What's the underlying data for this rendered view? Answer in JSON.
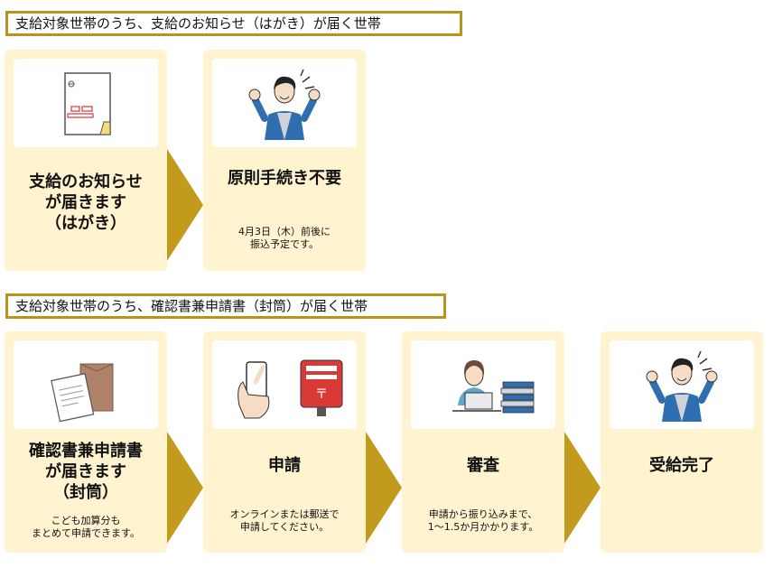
{
  "section1": {
    "header": "支給対象世帯のうち、支給のお知らせ（はがき）が届く世帯",
    "steps": [
      {
        "title": "支給のお知らせ\nが届きます\n（はがき）",
        "note": ""
      },
      {
        "title": "原則手続き不要",
        "note": "4月3日（木）前後に\n振込予定です。"
      }
    ]
  },
  "section2": {
    "header": "支給対象世帯のうち、確認書兼申請書（封筒）が届く世帯",
    "steps": [
      {
        "title": "確認書兼申請書\nが届きます\n（封筒）",
        "note": "こども加算分も\nまとめて申請できます。"
      },
      {
        "title": "申請",
        "note": "オンラインまたは郵送で\n申請してください。"
      },
      {
        "title": "審査",
        "note": "申請から振り込みまで、\n1～1.5か月かかります。"
      },
      {
        "title": "受給完了",
        "note": ""
      }
    ]
  },
  "colors": {
    "card_bg": "#fff3d0",
    "header_border": "#b8941a",
    "arrow": "#c29a1c",
    "accent_blue": "#2f6fb0",
    "accent_red": "#d93a36"
  },
  "icons": {
    "postcard": "postcard-icon",
    "celebrating_person": "celebrating-person-icon",
    "envelope": "envelope-documents-icon",
    "phone_and_mailbox": "smartphone-mailbox-icon",
    "reviewer": "reviewer-laptop-icon"
  }
}
